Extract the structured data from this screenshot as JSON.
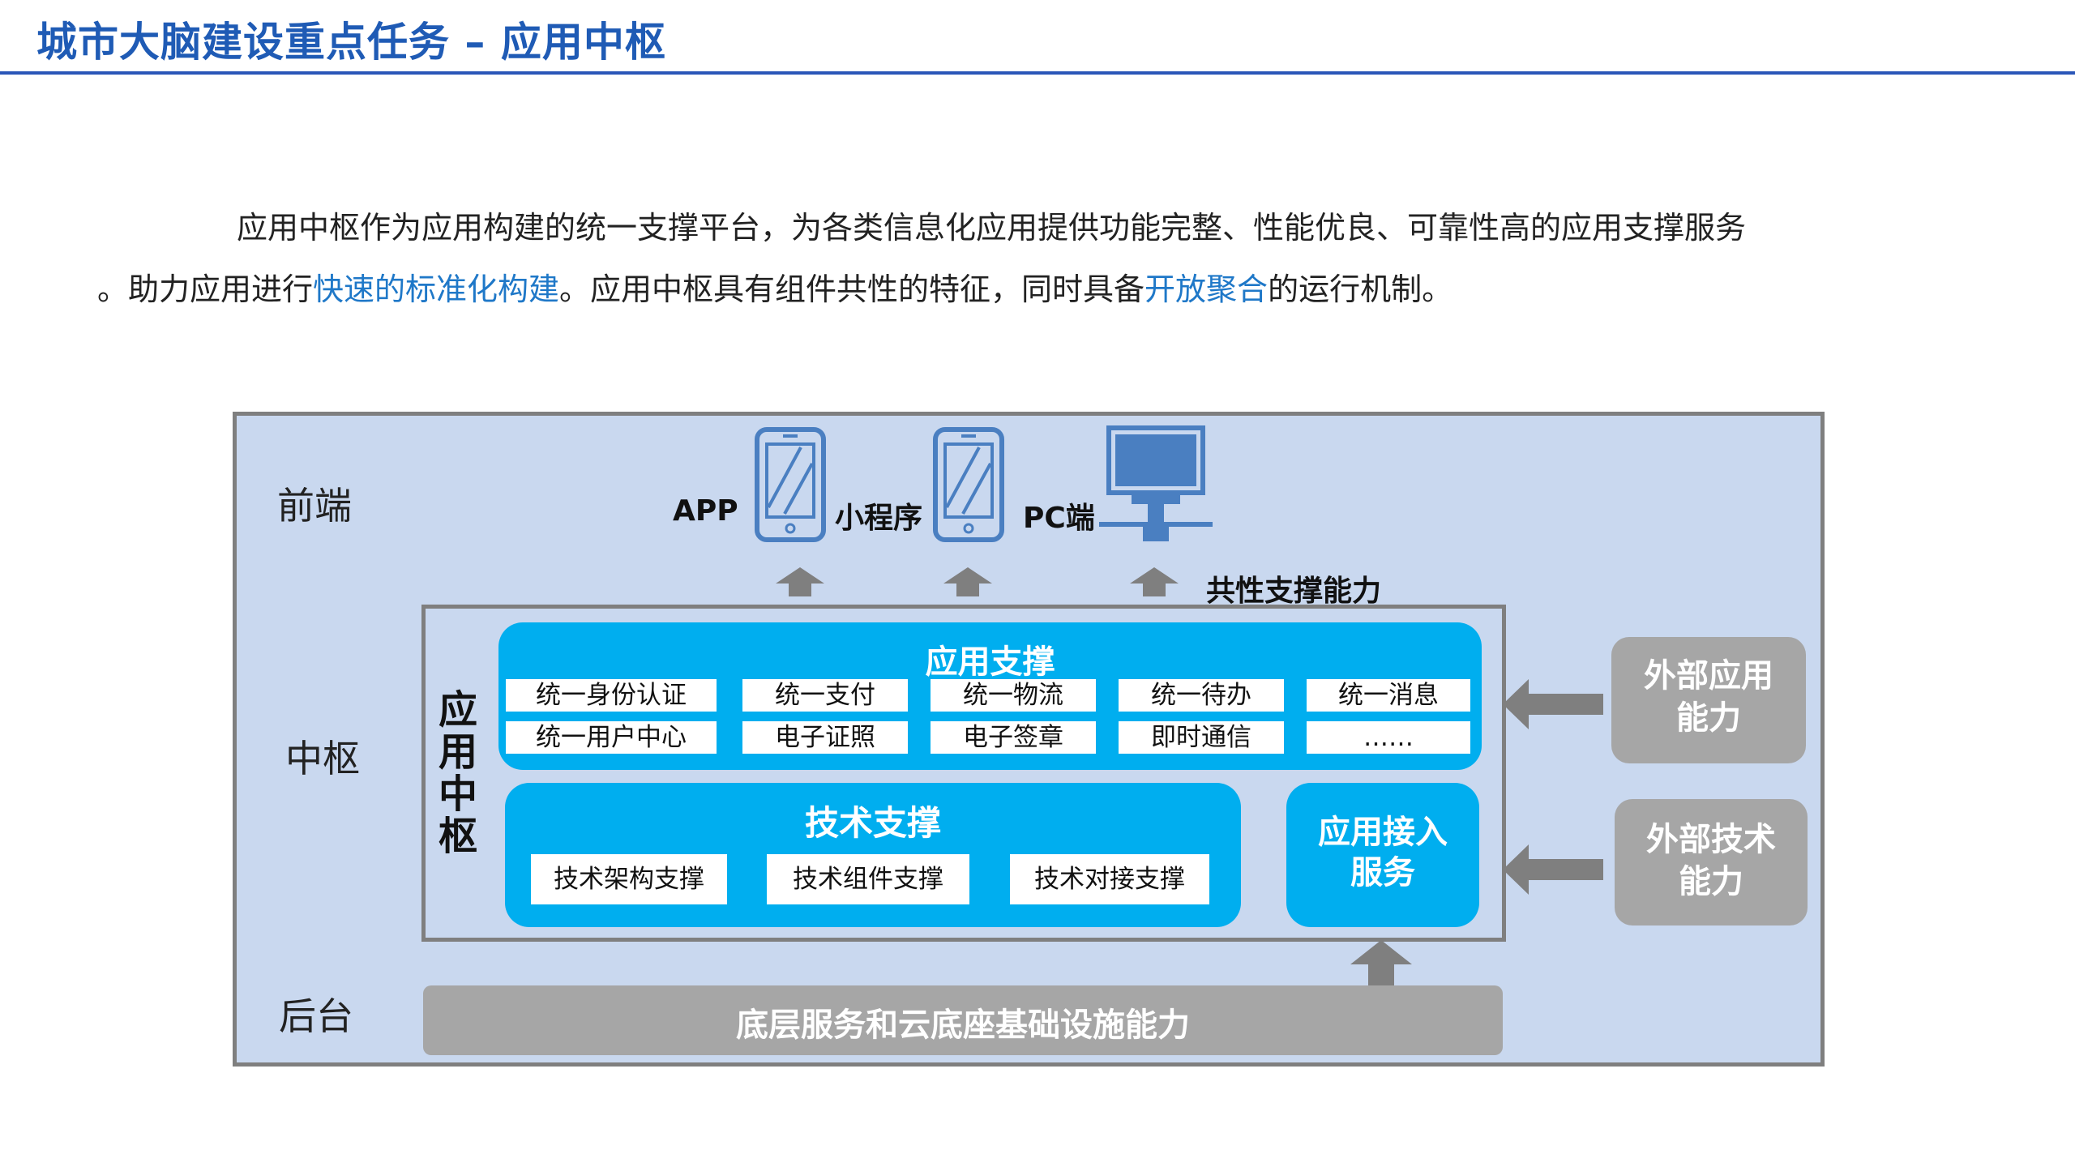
{
  "header": {
    "title": "城市大脑建设重点任务 – 应用中枢"
  },
  "intro": {
    "line1": "应用中枢作为应用构建的统一支撑平台，为各类信息化应用提供功能完整、性能优良、可靠性高的应用支撑服务",
    "line2_a": "。助力应用进行",
    "line2_hl1": "快速的标准化构建",
    "line2_b": "。应用中枢具有组件共性的特征，同时具备",
    "line2_hl2": "开放聚合",
    "line2_c": "的运行机制。"
  },
  "diagram": {
    "layers": {
      "front": "前端",
      "hub": "中枢",
      "back": "后台"
    },
    "devices": {
      "app": "APP",
      "mini": "小程序",
      "pc": "PC端"
    },
    "shared_label": "共性支撑能力",
    "hub_vertical": "应用中枢",
    "app_support": {
      "title": "应用支撑",
      "row1": [
        "统一身份认证",
        "统一支付",
        "统一物流",
        "统一待办",
        "统一消息"
      ],
      "row2": [
        "统一用户中心",
        "电子证照",
        "电子签章",
        "即时通信",
        "……"
      ]
    },
    "tech_support": {
      "title": "技术支撑",
      "items": [
        "技术架构支撑",
        "技术组件支撑",
        "技术对接支撑"
      ]
    },
    "access_service": {
      "line1": "应用接入",
      "line2": "服务"
    },
    "external_app": {
      "line1": "外部应用",
      "line2": "能力"
    },
    "external_tech": {
      "line1": "外部技术",
      "line2": "能力"
    },
    "base": "底层服务和云底座基础设施能力"
  },
  "colors": {
    "title": "#1f5bb5",
    "highlight": "#1f78c8",
    "frame_bg": "#c9d8ef",
    "blue_box": "#00aeef",
    "gray_box": "#a6a6a6",
    "icon_blue": "#4a7fc1",
    "arrow_gray": "#7f7f7f"
  }
}
